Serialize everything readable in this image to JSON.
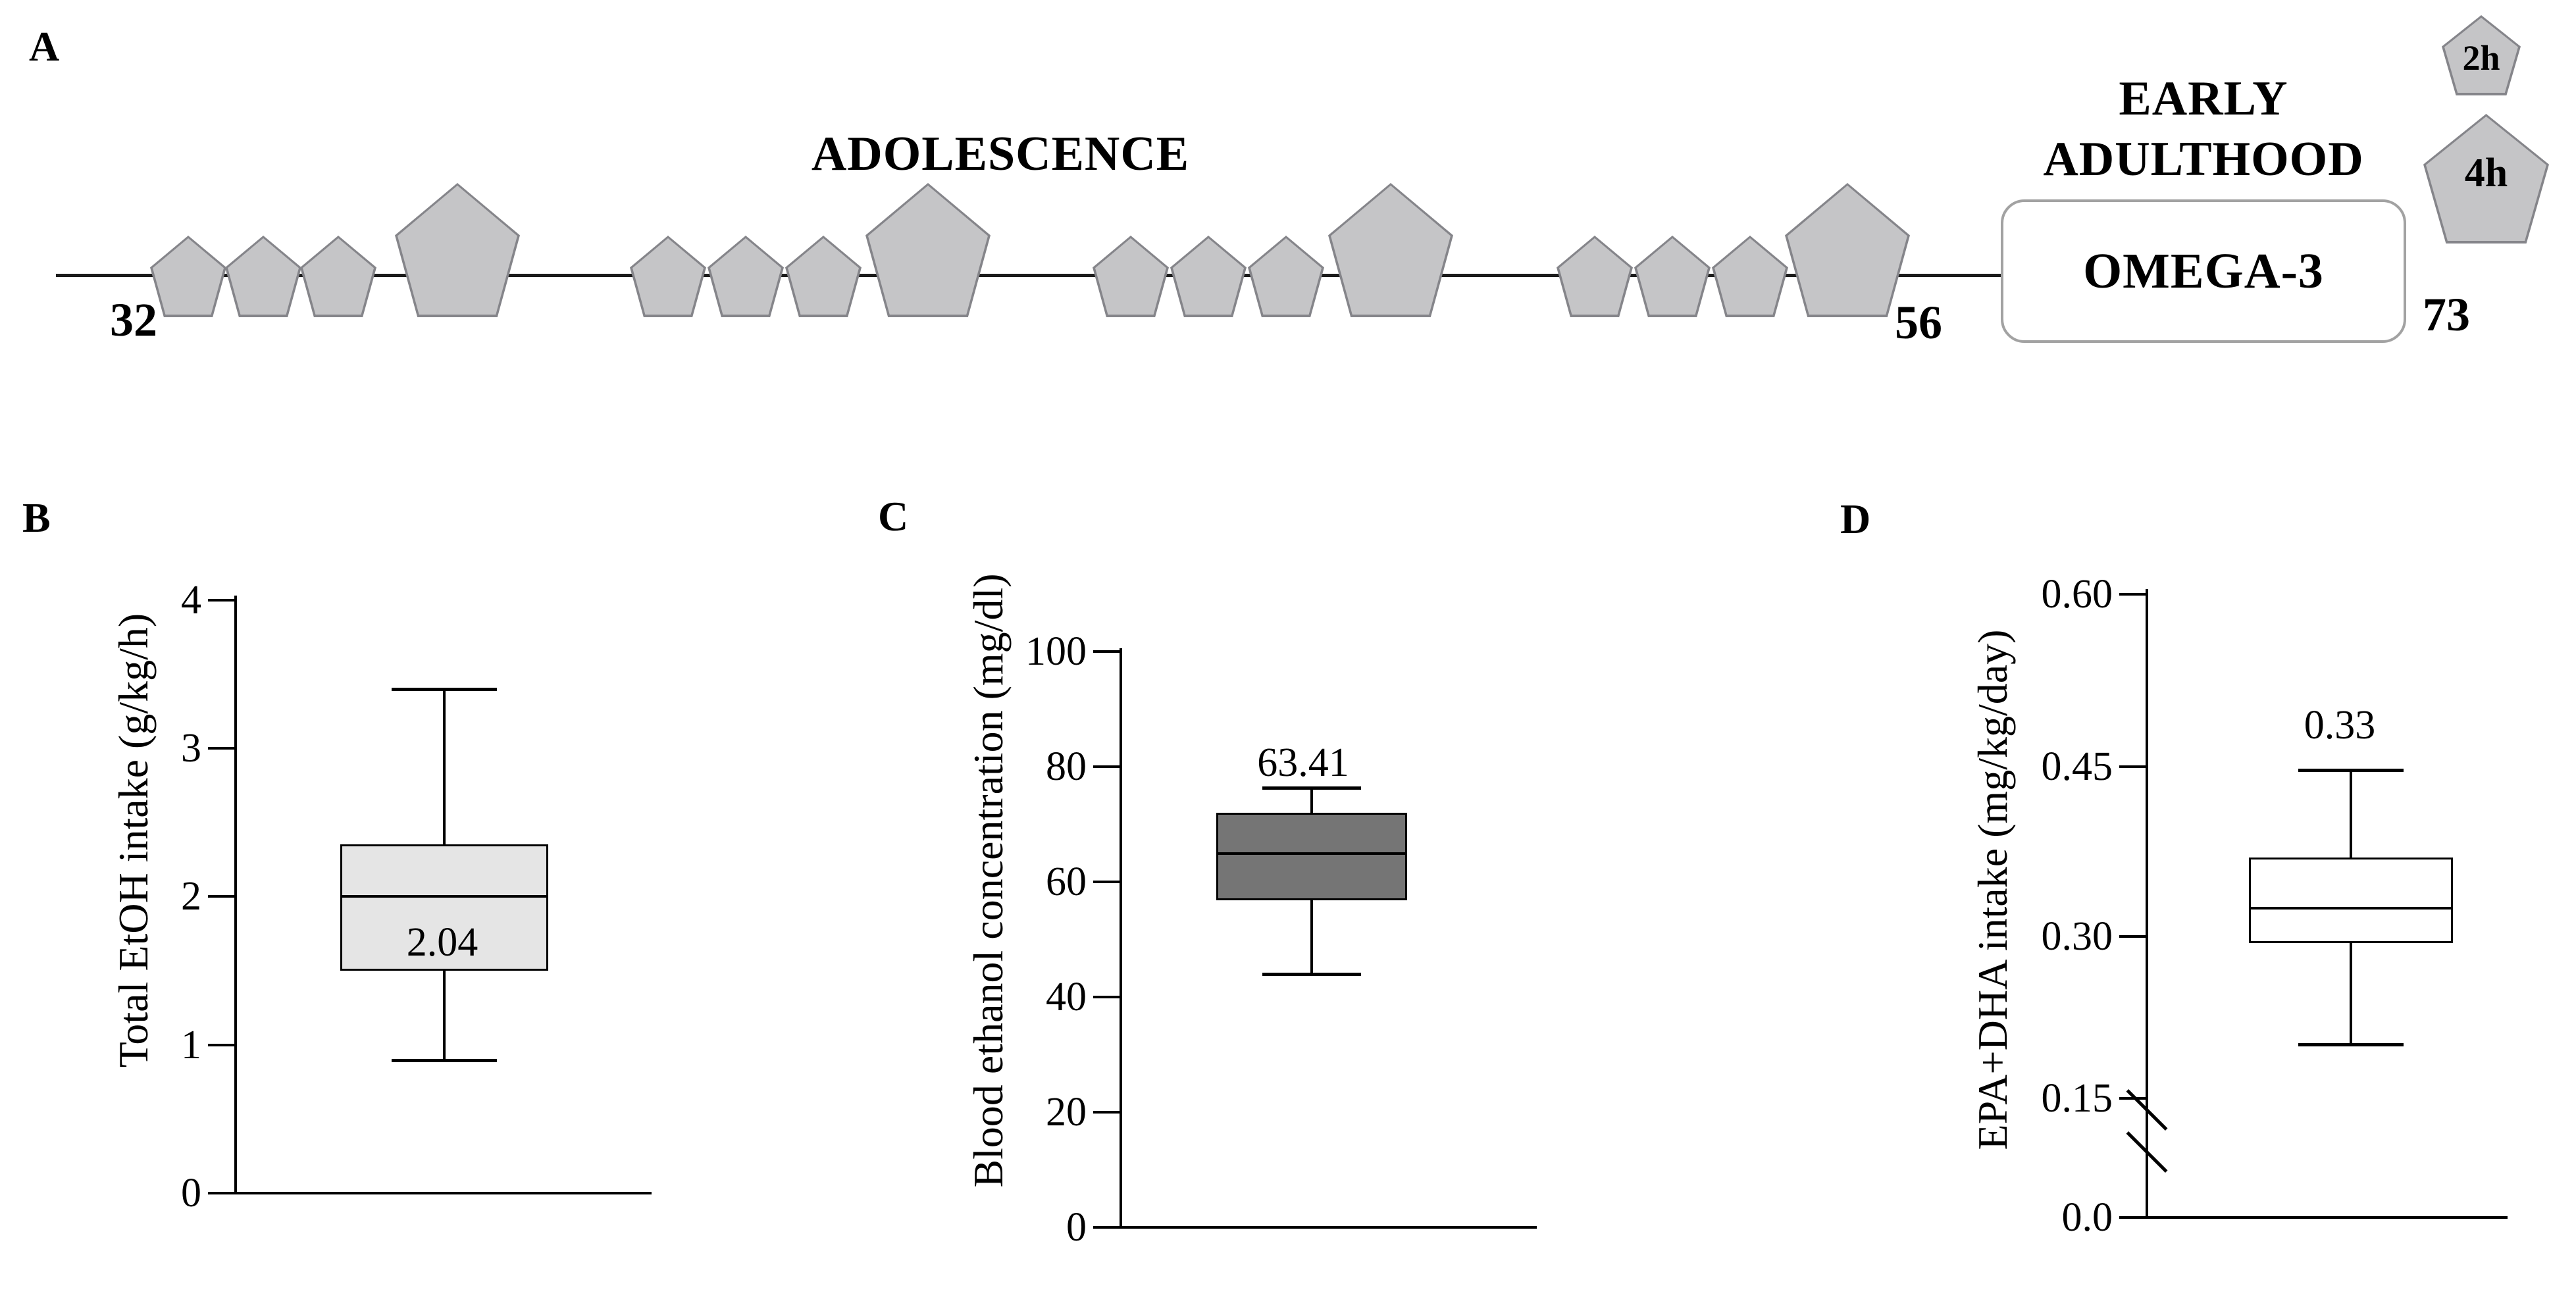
{
  "panel_a": {
    "label": "A",
    "heading_adolescence": "ADOLESCENCE",
    "heading_early_line1": "EARLY",
    "heading_early_line2": "ADULTHOOD",
    "omega3_box_label": "OMEGA-3",
    "age_start": "32",
    "age_mid": "56",
    "age_end": "73",
    "legend": [
      {
        "id": "2h",
        "label": "2h"
      },
      {
        "id": "4h",
        "label": "4h"
      }
    ],
    "clusters": [
      {
        "pentagons": [
          "2h",
          "2h",
          "2h",
          "4h"
        ]
      },
      {
        "pentagons": [
          "2h",
          "2h",
          "2h",
          "4h"
        ]
      },
      {
        "pentagons": [
          "2h",
          "2h",
          "2h",
          "4h"
        ]
      },
      {
        "pentagons": [
          "2h",
          "2h",
          "2h",
          "4h"
        ]
      }
    ],
    "pentagon_fill": "#c5c5c7",
    "pentagon_border": "#85858a"
  },
  "chart_data": [
    {
      "type": "box",
      "panel_label": "B",
      "ylabel": "Total EtOH intake (g/kg/h)",
      "yticks": [
        "4",
        "3",
        "2",
        "1",
        "0"
      ],
      "ylim": [
        0,
        4
      ],
      "whisker_min": 0.9,
      "q1": 1.5,
      "median": 2.0,
      "q3": 2.35,
      "whisker_max": 3.4,
      "mean_label": "2.04",
      "box_fill": "#e5e5e5",
      "grid": "off",
      "axis_break": false
    },
    {
      "type": "box",
      "panel_label": "C",
      "ylabel": "Blood ethanol concentration (mg/dl)",
      "yticks": [
        "100",
        "80",
        "60",
        "40",
        "20",
        "0"
      ],
      "ylim": [
        0,
        100
      ],
      "whisker_min": 44,
      "q1": 56.8,
      "median": 64.9,
      "q3": 72,
      "whisker_max": 76.3,
      "mean_label": "63.41",
      "box_fill": "#757575",
      "grid": "off",
      "axis_break": false
    },
    {
      "type": "box",
      "panel_label": "D",
      "ylabel": "EPA+DHA intake (mg/kg/day)",
      "yticks": [
        "0.60",
        "0.45",
        "0.30",
        "0.15",
        "0.0"
      ],
      "ylim": [
        0,
        0.6
      ],
      "whisker_min": 0.2,
      "q1": 0.294,
      "median": 0.325,
      "q3": 0.37,
      "whisker_max": 0.447,
      "mean_label": "0.33",
      "box_fill": "#ffffff",
      "grid": "off",
      "axis_break": true
    }
  ]
}
